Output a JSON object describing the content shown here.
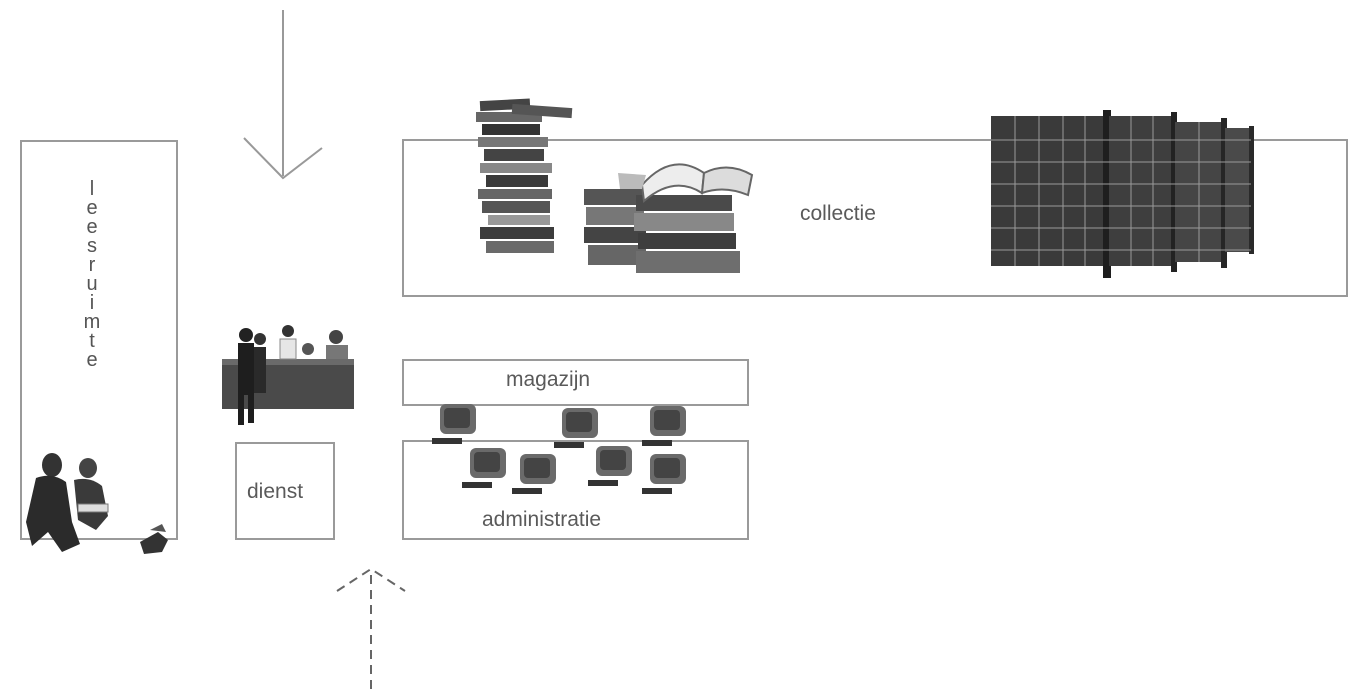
{
  "labels": {
    "reading_room": "leesruimte",
    "collection": "collectie",
    "storage": "magazijn",
    "service": "dienst",
    "administration": "administratie"
  },
  "icons": [
    "book-stack-icon",
    "open-books-icon",
    "bookshelves-icon",
    "service-desk-people-icon",
    "reading-people-icon",
    "computer-workstations-icon",
    "entrance-arrow-icon",
    "service-entrance-arrow-icon"
  ],
  "colors": {
    "line": "#9a9a9a",
    "text": "#5a5a5a"
  }
}
